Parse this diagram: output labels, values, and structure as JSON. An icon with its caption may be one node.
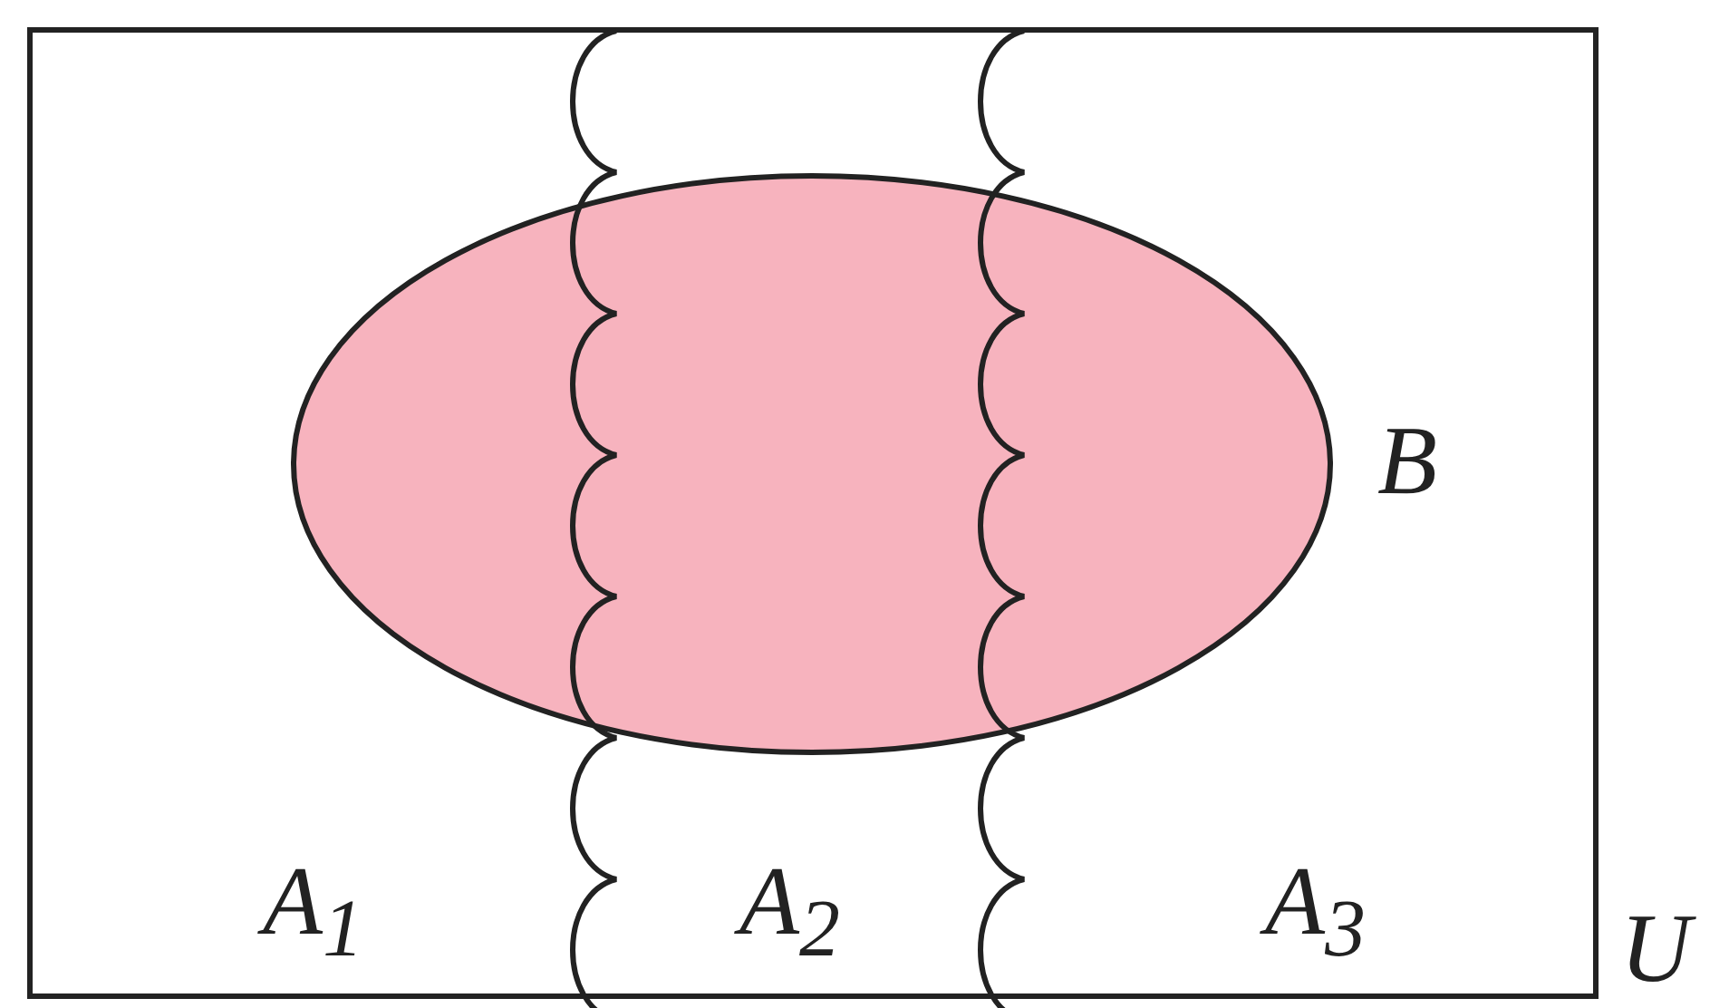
{
  "diagram": {
    "nodes": [
      {
        "text": [
          "U"
        ]
      },
      {
        "text": [
          "B"
        ],
        "in": 0
      }
    ],
    "labels": [
      "A$_{1}$",
      "A$_{2}$",
      "A$_{3}$"
    ]
  }
}
